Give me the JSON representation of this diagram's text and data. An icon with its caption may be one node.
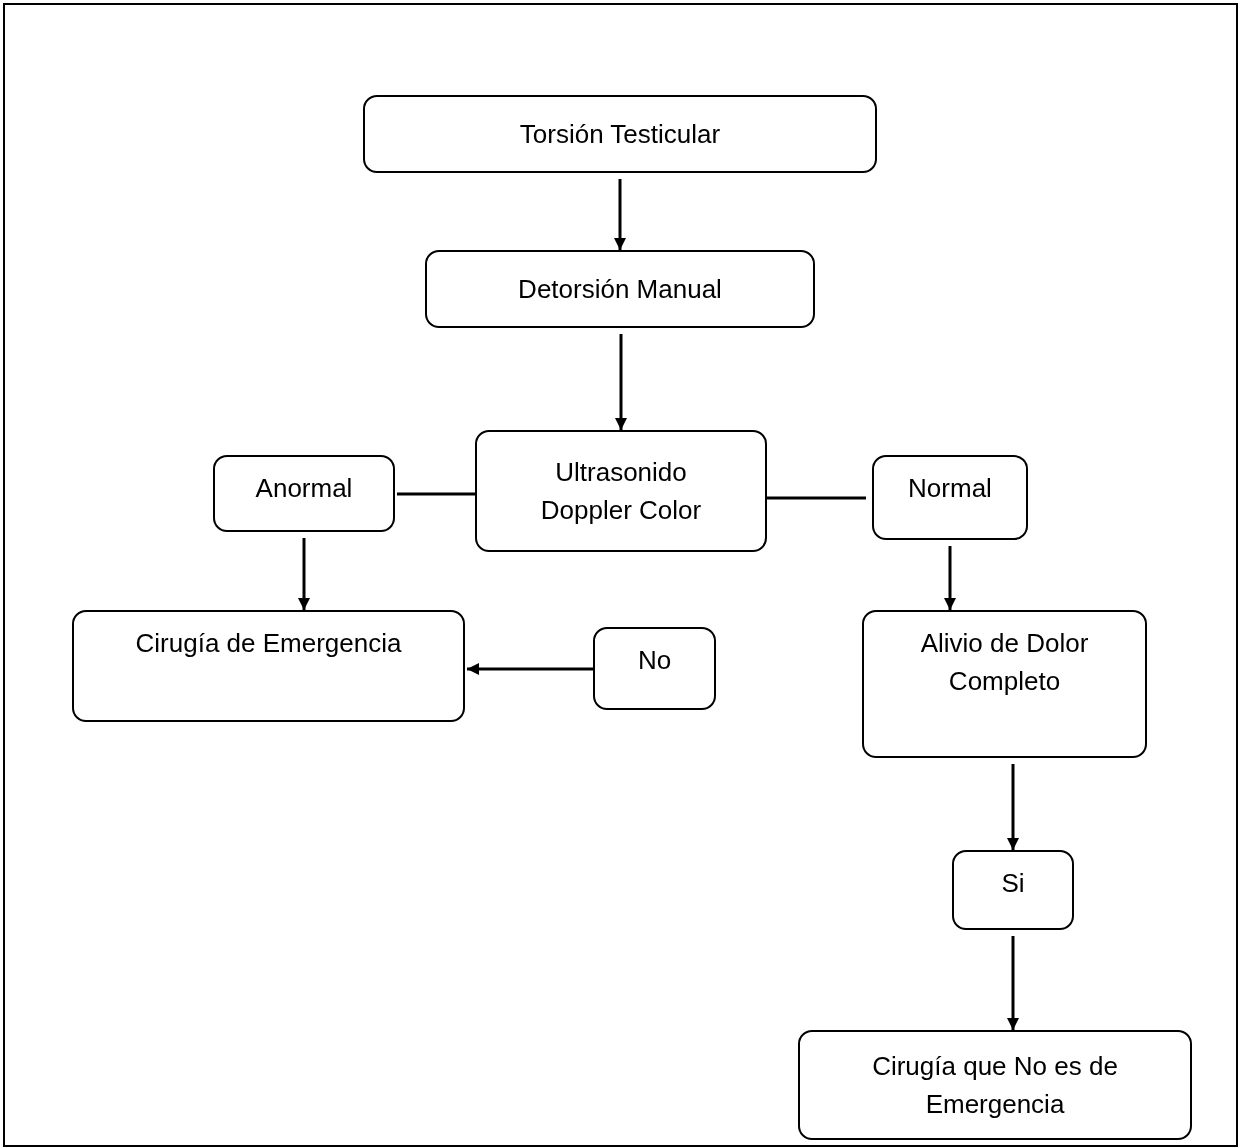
{
  "diagram": {
    "nodes": [
      {
        "text": [
          "Torsión Testicular"
        ]
      },
      {
        "text": [
          "Detorsión Manual"
        ]
      },
      {
        "text": [
          "Ultrasonido Doppler Color"
        ]
      },
      {
        "text": [
          "Anormal"
        ]
      },
      {
        "text": [
          "Normal"
        ]
      },
      {
        "text": [
          "Cirugía de Emergencia"
        ]
      },
      {
        "text": [
          "No"
        ]
      },
      {
        "text": [
          "Alivio de Dolor Completo"
        ]
      },
      {
        "text": [
          "Si"
        ]
      },
      {
        "text": [
          "Cirugía que No es de Emergencia"
        ]
      }
    ],
    "edges": [
      {
        "from": 0,
        "to": 1,
        "arrow": "to"
      },
      {
        "from": 1,
        "to": 2,
        "arrow": "to"
      },
      {
        "from": 2,
        "to": 3,
        "arrow": "none"
      },
      {
        "from": 3,
        "to": 5,
        "arrow": "to"
      },
      {
        "from": 2,
        "to": 4,
        "arrow": "none"
      },
      {
        "from": 4,
        "to": 7,
        "arrow": "to"
      },
      {
        "from": 6,
        "to": 5,
        "arrow": "to"
      },
      {
        "from": 7,
        "to": 8,
        "arrow": "to"
      },
      {
        "from": 8,
        "to": 9,
        "arrow": "to"
      }
    ]
  }
}
